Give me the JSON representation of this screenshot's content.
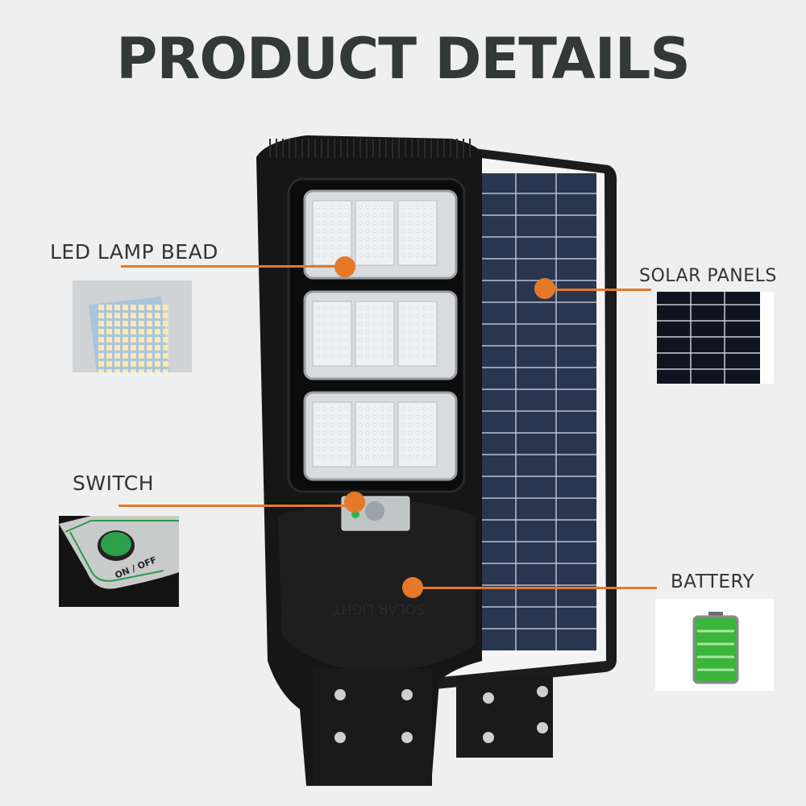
{
  "title": "PRODUCT DETAILS",
  "callouts": {
    "led": "LED LAMP BEAD",
    "solar": "SOLAR PANELS",
    "switch": "SWITCH",
    "battery": "BATTERY"
  },
  "switch_inset": {
    "button_text": "ON / OFF"
  },
  "lamp_embossing": "SOLAR LIGHT",
  "colors": {
    "accent": "#e6782a",
    "background": "#efefef",
    "title": "#333838",
    "battery_green": "#3cb53c"
  }
}
